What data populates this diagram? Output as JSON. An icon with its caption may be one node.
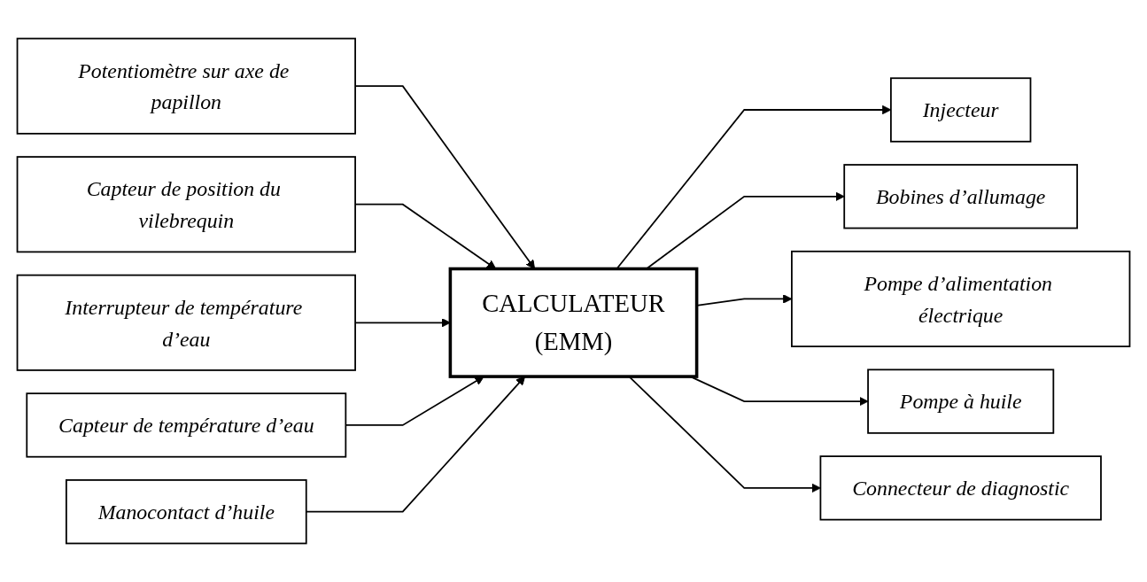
{
  "diagram": {
    "nodes": [
      {
        "text": [
          "Potentiomètre sur axe de papillon"
        ]
      },
      {
        "text": [
          "Capteur de position du vilebrequin"
        ]
      },
      {
        "text": [
          "Interrupteur de température d’eau"
        ]
      },
      {
        "text": [
          "Capteur de température d’eau"
        ]
      },
      {
        "text": [
          "Manocontact d’huile"
        ]
      },
      {
        "text": [
          "CALCULATEUR",
          "(EMM)"
        ]
      },
      {
        "text": [
          "Injecteur"
        ]
      },
      {
        "text": [
          "Bobines d’allumage"
        ]
      },
      {
        "text": [
          "Pompe d’alimentation électrique"
        ]
      },
      {
        "text": [
          "Pompe à huile"
        ]
      },
      {
        "text": [
          "Connecteur de diagnostic"
        ]
      }
    ],
    "edges": [
      {
        "from": 0,
        "to": 5,
        "arrow": "to"
      },
      {
        "from": 1,
        "to": 5,
        "arrow": "to"
      },
      {
        "from": 2,
        "to": 5,
        "arrow": "to"
      },
      {
        "from": 3,
        "to": 5,
        "arrow": "to"
      },
      {
        "from": 4,
        "to": 5,
        "arrow": "to"
      },
      {
        "from": 5,
        "to": 6,
        "arrow": "to"
      },
      {
        "from": 5,
        "to": 7,
        "arrow": "to"
      },
      {
        "from": 5,
        "to": 8,
        "arrow": "to"
      },
      {
        "from": 5,
        "to": 9,
        "arrow": "to"
      },
      {
        "from": 5,
        "to": 10,
        "arrow": "to"
      }
    ]
  }
}
